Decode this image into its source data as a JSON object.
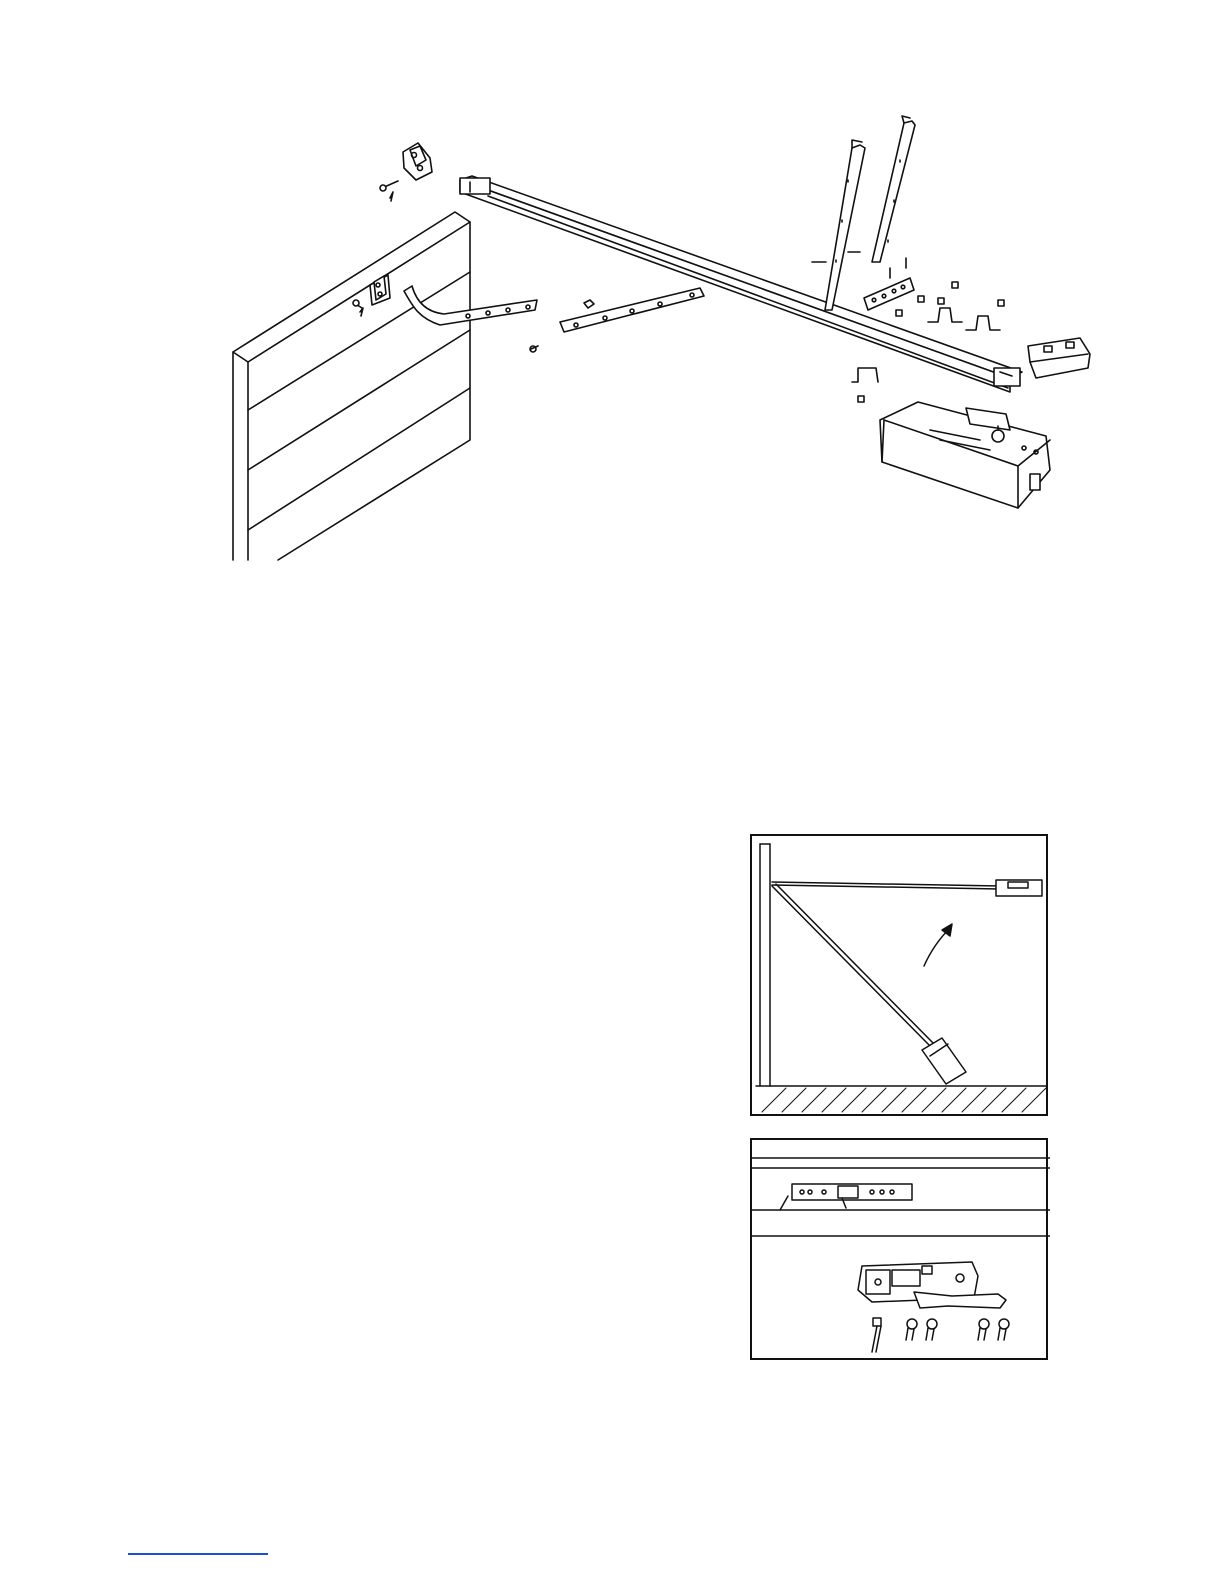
{
  "page": {
    "kind": "garage door opener assembly manual page"
  },
  "figures": {
    "exploded_view": {
      "parts": [
        "door-panel",
        "door-bracket",
        "curved-door-arm",
        "straight-door-arm",
        "rail",
        "hanging-bracket-left",
        "hanging-bracket-right",
        "perforated-bracket",
        "rail-clamps",
        "header-bracket",
        "rail-end-cap",
        "motor-unit"
      ]
    },
    "inset_rail_raise": {
      "arrow": "curved-up-arrow"
    },
    "inset_trolley": {
      "screws": 5
    }
  },
  "colors": {
    "line": "#111111",
    "footer_link": "#1a4fd6"
  }
}
